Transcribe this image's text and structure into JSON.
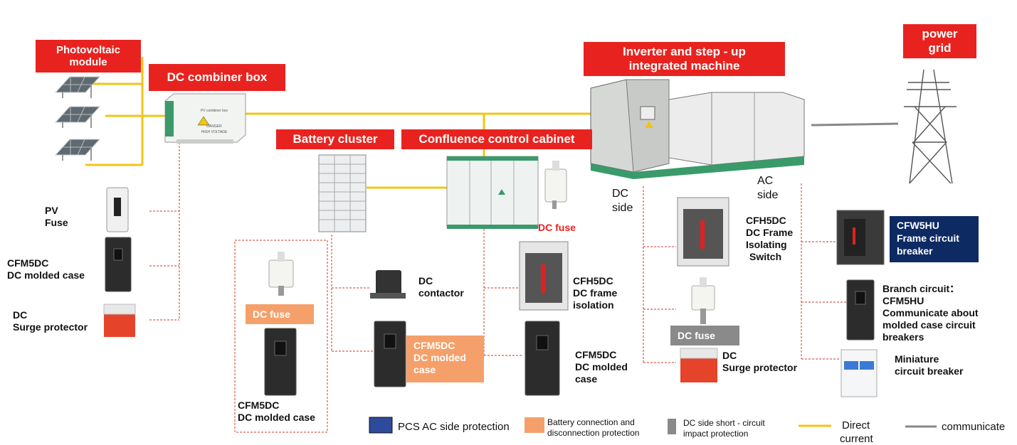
{
  "titles": {
    "pv_module": [
      "Photovoltaic",
      "module"
    ],
    "combiner": "DC combiner box",
    "battery": "Battery cluster",
    "confluence": "Confluence control cabinet",
    "inverter": [
      "Inverter and step - up",
      "integrated machine"
    ],
    "grid": [
      "power",
      "grid"
    ]
  },
  "combiner_box_text": [
    "PV combiner box",
    "DANGER",
    "HIGH VOLTAGE"
  ],
  "left_components": {
    "pv_fuse": [
      "PV",
      "Fuse"
    ],
    "cfm5dc": [
      "CFM5DC",
      "DC molded case"
    ],
    "surge": [
      "DC",
      "Surge protector"
    ]
  },
  "battery_group": {
    "dc_fuse": "DC fuse",
    "cfm5dc": [
      "CFM5DC",
      "DC molded case"
    ],
    "contactor": [
      "DC",
      "contactor"
    ],
    "cfm5dc_orange": [
      "CFM5DC",
      "DC molded",
      "case"
    ]
  },
  "cabinet_group": {
    "dc_fuse": "DC fuse",
    "cfh5dc": [
      "CFH5DC",
      "DC frame",
      "isolation"
    ],
    "cfm5dc": [
      "CFM5DC",
      "DC molded",
      "case"
    ]
  },
  "inverter_group": {
    "dc_side": [
      "DC",
      "side"
    ],
    "ac_side": [
      "AC",
      "side"
    ],
    "cfh5dc_switch": [
      "CFH5DC",
      "DC Frame",
      "Isolating",
      "Switch"
    ],
    "dc_fuse": "DC fuse",
    "surge": [
      "DC",
      "Surge protector"
    ]
  },
  "ac_group": {
    "cfw5hu": [
      "CFW5HU",
      "Frame circuit",
      "breaker"
    ],
    "branch": [
      "Branch circuit：",
      "CFM5HU",
      "Communicate about",
      "molded case circuit",
      "breakers"
    ],
    "miniature": [
      "Miniature",
      "circuit breaker"
    ]
  },
  "legend": {
    "pcs": "PCS AC side protection",
    "battery": [
      "Battery connection and",
      "disconnection protection"
    ],
    "dc_short": [
      "DC side short - circuit",
      "impact protection"
    ],
    "dc": [
      "Direct",
      "current"
    ],
    "comm": "communicate"
  },
  "colors": {
    "red": "#e8231f",
    "orange": "#f5a06a",
    "gray": "#8a8a8a",
    "navy": "#0e2a63",
    "yellow": "#f2c414",
    "legend_blue": "#2e4a9a",
    "dashed": "#d23a2a"
  }
}
